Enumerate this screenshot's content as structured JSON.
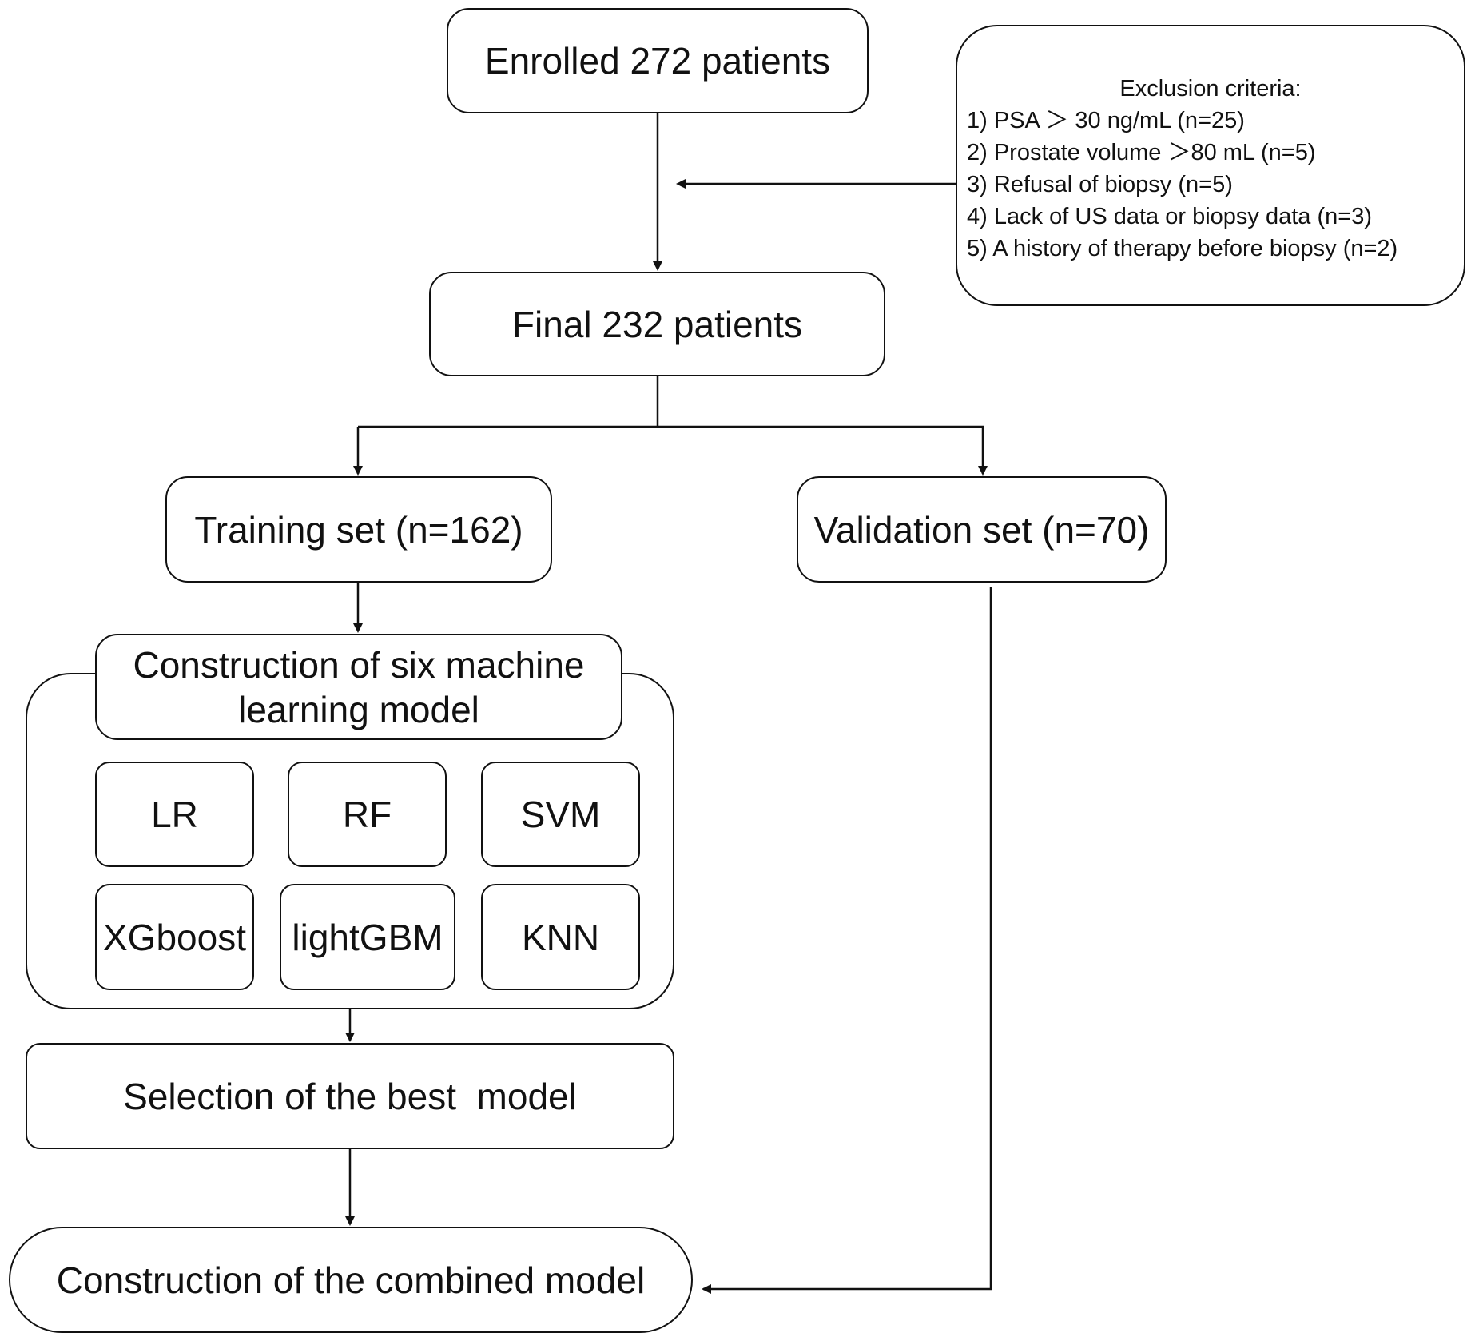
{
  "nodes": {
    "enrolled": "Enrolled 272 patients",
    "final": "Final 232 patients",
    "training": "Training set (n=162)",
    "validation": "Validation set (n=70)",
    "construction_line1": "Construction of six machine",
    "construction_line2": "learning model",
    "selection": "Selection of the best  model",
    "combined": "Construction of the combined model"
  },
  "models": [
    "LR",
    "RF",
    "SVM",
    "XGboost",
    "lightGBM",
    "KNN"
  ],
  "exclusion": {
    "title": "Exclusion criteria:",
    "items": [
      "1) PSA ＞ 30 ng/mL (n=25)",
      "2) Prostate volume ＞80 mL (n=5)",
      "3) Refusal of biopsy (n=5)",
      "4) Lack of US data or biopsy data (n=3)",
      "5) A history of therapy before biopsy (n=2)"
    ]
  },
  "colors": {
    "stroke": "#111111",
    "background": "#ffffff"
  }
}
